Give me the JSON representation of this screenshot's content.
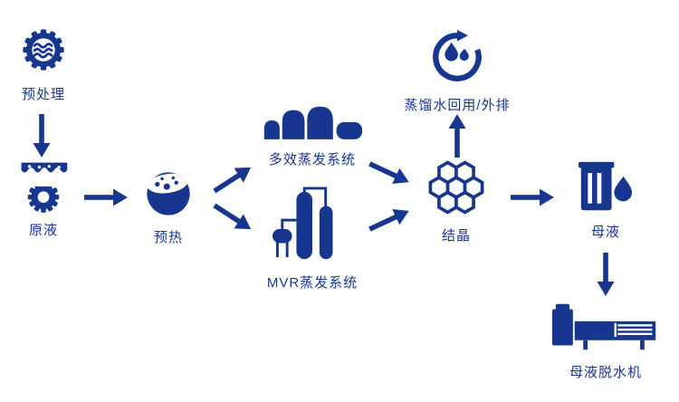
{
  "diagram": {
    "accent_color": "#17368e",
    "background_color": "#ffffff",
    "nodes": {
      "pretreatment": {
        "label": "预处理",
        "icon": "gear-water-icon"
      },
      "raw_liquid": {
        "label": "原液",
        "icon": "liquid-gear-icon"
      },
      "preheat": {
        "label": "预热",
        "icon": "preheat-sphere-icon"
      },
      "multi_effect": {
        "label": "多效蒸发系统",
        "icon": "evaporator-domes-icon"
      },
      "mvr": {
        "label": "MVR蒸发系统",
        "icon": "distillation-columns-icon"
      },
      "crystallization": {
        "label": "结晶",
        "icon": "honeycomb-icon"
      },
      "distilled_water": {
        "label": "蒸馏水回用/外排",
        "icon": "water-recycle-icon"
      },
      "mother_liquor": {
        "label": "母液",
        "icon": "tank-droplet-icon"
      },
      "dewatering": {
        "label": "母液脱水机",
        "icon": "dewatering-machine-icon"
      }
    },
    "flows": [
      {
        "from": "pretreatment",
        "to": "raw_liquid"
      },
      {
        "from": "raw_liquid",
        "to": "preheat"
      },
      {
        "from": "preheat",
        "to": "multi_effect"
      },
      {
        "from": "preheat",
        "to": "mvr"
      },
      {
        "from": "multi_effect",
        "to": "crystallization"
      },
      {
        "from": "mvr",
        "to": "crystallization"
      },
      {
        "from": "crystallization",
        "to": "distilled_water"
      },
      {
        "from": "crystallization",
        "to": "mother_liquor"
      },
      {
        "from": "mother_liquor",
        "to": "dewatering"
      }
    ]
  }
}
